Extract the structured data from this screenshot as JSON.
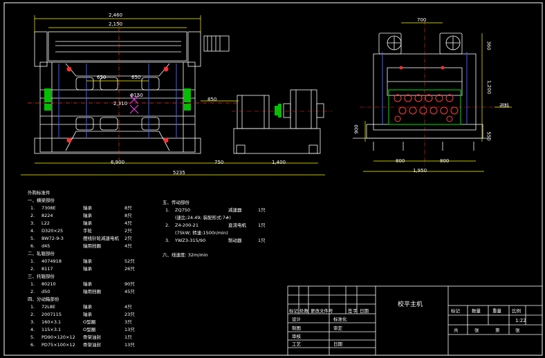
{
  "dimensions": {
    "front_overall_top": "2,460",
    "front_roller_width": "2,150",
    "front_roll_spacing_left": "650",
    "front_roll_spacing_right": "650",
    "front_roll_diameter": "Φ150",
    "front_center_height": "850",
    "front_side_height": "2,310",
    "front_base_width": "6,900",
    "drive_gap": "750",
    "drive_length": "1,400",
    "total_length": "5235",
    "side_top_width": "700",
    "side_top_height": "360",
    "side_mid_height": "1,200",
    "side_low_height": "550",
    "side_left_height": "900",
    "side_width_left": "800",
    "side_width_right": "800",
    "side_total_width": "1,950",
    "feed_direction": "进料"
  },
  "parts_list": {
    "title": "外购标准件",
    "sections": [
      {
        "heading": "一、横梁部份",
        "rows": [
          {
            "no": "1.",
            "code": "7308E",
            "name": "轴承",
            "qty": "8只"
          },
          {
            "no": "2.",
            "code": "8224",
            "name": "轴承",
            "qty": "8只"
          },
          {
            "no": "3.",
            "code": "L22",
            "name": "轴承",
            "qty": "4只"
          },
          {
            "no": "4.",
            "code": "D320×25",
            "name": "手轮",
            "qty": "2只"
          },
          {
            "no": "5.",
            "code": "BW72-9-3",
            "name": "摆线针轮减速电机",
            "qty": "2只"
          },
          {
            "no": "6.",
            "code": "d45",
            "name": "轴用挡圈",
            "qty": "4只"
          }
        ]
      },
      {
        "heading": "二、轧辊部份",
        "rows": [
          {
            "no": "1.",
            "code": "4074918",
            "name": "轴承",
            "qty": "52只"
          },
          {
            "no": "2.",
            "code": "8117",
            "name": "轴承",
            "qty": "26只"
          }
        ]
      },
      {
        "heading": "三、托辊部份",
        "rows": [
          {
            "no": "1.",
            "code": "80210",
            "name": "轴承",
            "qty": "90只"
          },
          {
            "no": "2.",
            "code": "d50",
            "name": "轴用挡圈",
            "qty": "45只"
          }
        ]
      },
      {
        "heading": "四、分动箱部份",
        "rows": [
          {
            "no": "1.",
            "code": "72L8E",
            "name": "轴承",
            "qty": "4只"
          },
          {
            "no": "2.",
            "code": "2007115",
            "name": "轴承",
            "qty": "23只"
          },
          {
            "no": "3.",
            "code": "160×3.1",
            "name": "O型圈",
            "qty": "3只"
          },
          {
            "no": "4.",
            "code": "115×3.1",
            "name": "O型圈",
            "qty": "13只"
          },
          {
            "no": "5.",
            "code": "PD90×120×12",
            "name": "骨架油封",
            "qty": "1只"
          },
          {
            "no": "6.",
            "code": "PD75×100×12",
            "name": "骨架油封",
            "qty": "13只"
          }
        ]
      }
    ]
  },
  "drive_list": {
    "heading": "五、传动部份",
    "rows": [
      {
        "no": "1.",
        "code": "ZQ750",
        "name": "减速器",
        "qty": "1只"
      },
      {
        "no": "",
        "code": "(速比:24.49; 装配形式:7#)",
        "name": "",
        "qty": ""
      },
      {
        "no": "2.",
        "code": "Z4-200-21",
        "name": "直流电机",
        "qty": "1只"
      },
      {
        "no": "",
        "code": "(75kW; 转速:1500r/min)",
        "name": "",
        "qty": ""
      },
      {
        "no": "3.",
        "code": "YWZ3-315/90",
        "name": "制动器",
        "qty": "1只"
      }
    ],
    "speed_heading": "六、线速度: 32m/min"
  },
  "title_block": {
    "drawing_name": "校平主机",
    "header_cells": [
      "标记",
      "处数",
      "更改文件号",
      "签",
      "字",
      "日期"
    ],
    "rows": [
      "设计",
      "制图",
      "审核",
      "工艺"
    ],
    "right_labels": [
      "标准化",
      "审定",
      "日期"
    ],
    "prop_headers": [
      "标记",
      "数量",
      "重量",
      "比例"
    ],
    "scale": "1:22",
    "sheet_row": [
      "共",
      "张",
      "第",
      "张"
    ]
  }
}
